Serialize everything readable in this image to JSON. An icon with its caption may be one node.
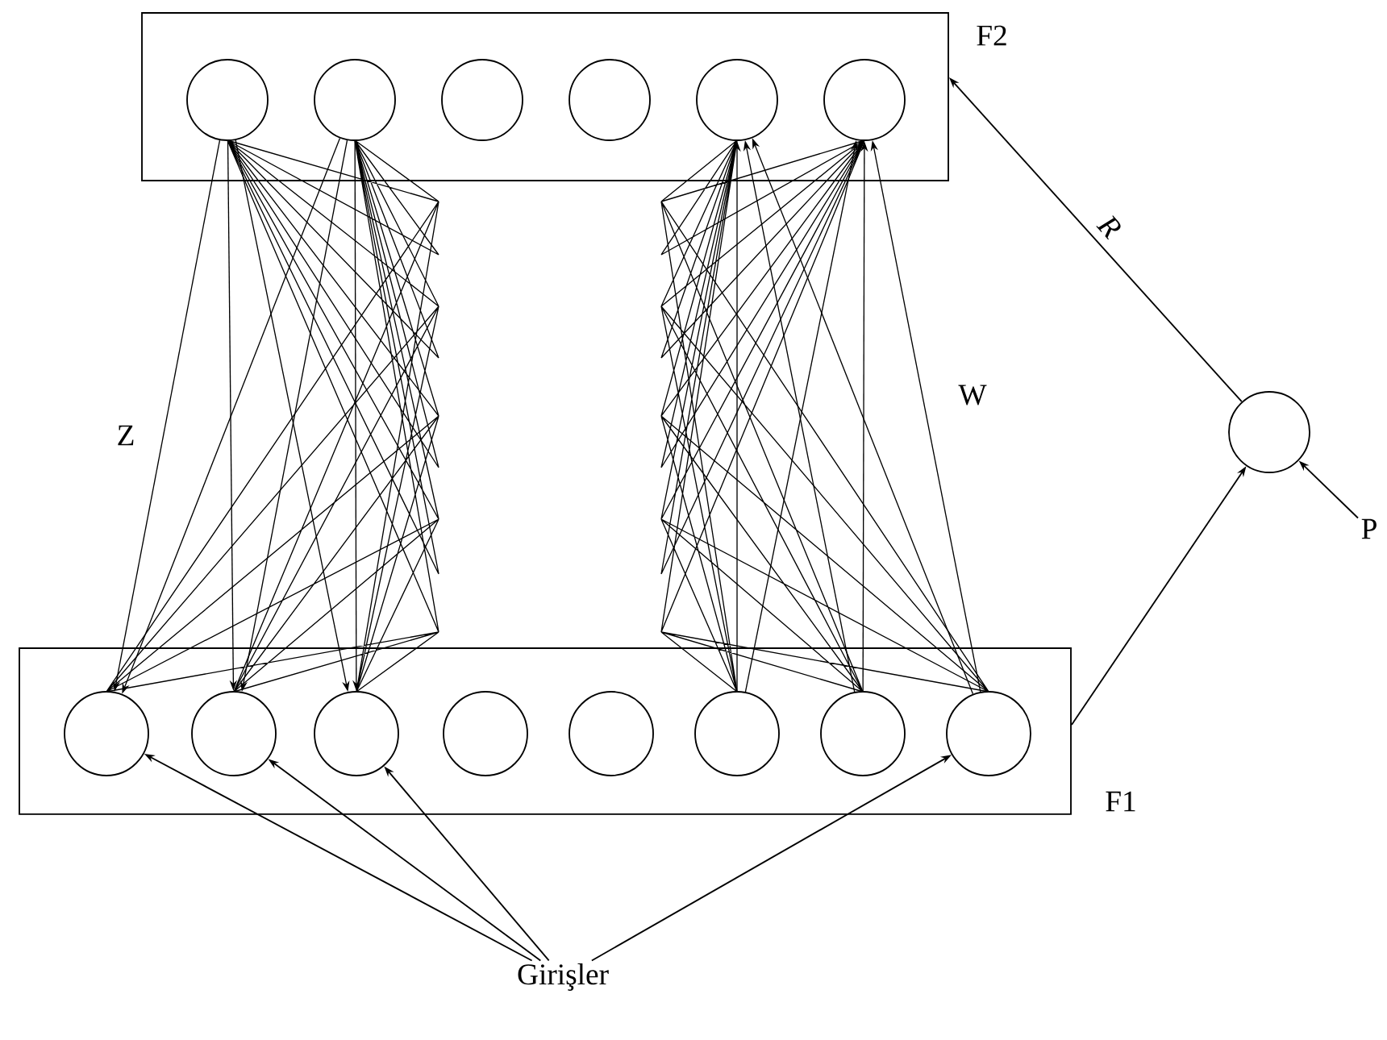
{
  "diagram": {
    "nodes": [
      {
        "text": [
          "F2"
        ]
      },
      {
        "text": [],
        "shape": "circle",
        "in": 0
      },
      {
        "text": [],
        "shape": "circle",
        "in": 0
      },
      {
        "text": [],
        "shape": "circle",
        "in": 0
      },
      {
        "text": [],
        "shape": "circle",
        "in": 0
      },
      {
        "text": [],
        "shape": "circle",
        "in": 0
      },
      {
        "text": [],
        "shape": "circle",
        "in": 0
      },
      {
        "text": [
          "F1"
        ]
      },
      {
        "text": [],
        "shape": "circle",
        "in": 7
      },
      {
        "text": [],
        "shape": "circle",
        "in": 7
      },
      {
        "text": [],
        "shape": "circle",
        "in": 7
      },
      {
        "text": [],
        "shape": "circle",
        "in": 7
      },
      {
        "text": [],
        "shape": "circle",
        "in": 7
      },
      {
        "text": [],
        "shape": "circle",
        "in": 7
      },
      {
        "text": [],
        "shape": "circle",
        "in": 7
      },
      {
        "text": [],
        "shape": "circle",
        "in": 7
      },
      {
        "text": [],
        "shape": "circle"
      },
      {
        "text": [
          "P"
        ]
      },
      {
        "text": [
          "Girişler"
        ]
      }
    ],
    "edges": [
      {
        "from": 1,
        "to": 8,
        "arrow": "to"
      },
      {
        "from": 1,
        "to": 9,
        "arrow": "to"
      },
      {
        "from": 1,
        "to": 10,
        "arrow": "to"
      },
      {
        "from": 2,
        "to": 8,
        "arrow": "to"
      },
      {
        "from": 2,
        "to": 9,
        "arrow": "to"
      },
      {
        "from": 2,
        "to": 10,
        "arrow": "to"
      },
      {
        "from": 13,
        "to": 5,
        "arrow": "to"
      },
      {
        "from": 14,
        "to": 5,
        "arrow": "to"
      },
      {
        "from": 15,
        "to": 5,
        "arrow": "to"
      },
      {
        "from": 13,
        "to": 6,
        "arrow": "to"
      },
      {
        "from": 14,
        "to": 6,
        "arrow": "to"
      },
      {
        "from": 15,
        "to": 6,
        "arrow": "to"
      },
      {
        "from": 7,
        "to": 16,
        "arrow": "to"
      },
      {
        "from": 16,
        "to": 0,
        "arrow": "to",
        "label": "R"
      },
      {
        "from": 17,
        "to": 16,
        "arrow": "to"
      },
      {
        "from": 18,
        "to": 8,
        "arrow": "to"
      },
      {
        "from": 18,
        "to": 9,
        "arrow": "to"
      },
      {
        "from": 18,
        "to": 10,
        "arrow": "to"
      },
      {
        "from": 18,
        "to": 15,
        "arrow": "to"
      }
    ],
    "labels": [
      "Z",
      "W"
    ]
  }
}
